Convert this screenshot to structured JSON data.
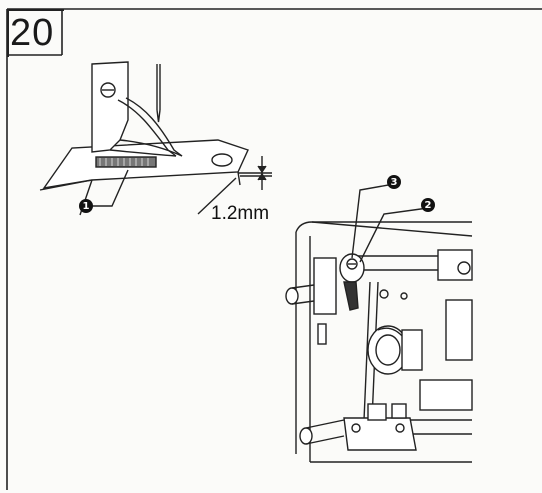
{
  "step": {
    "number": "20"
  },
  "callouts": {
    "c1": "1",
    "c2": "2",
    "c3": "3"
  },
  "dimension": {
    "label": "1.2mm"
  }
}
